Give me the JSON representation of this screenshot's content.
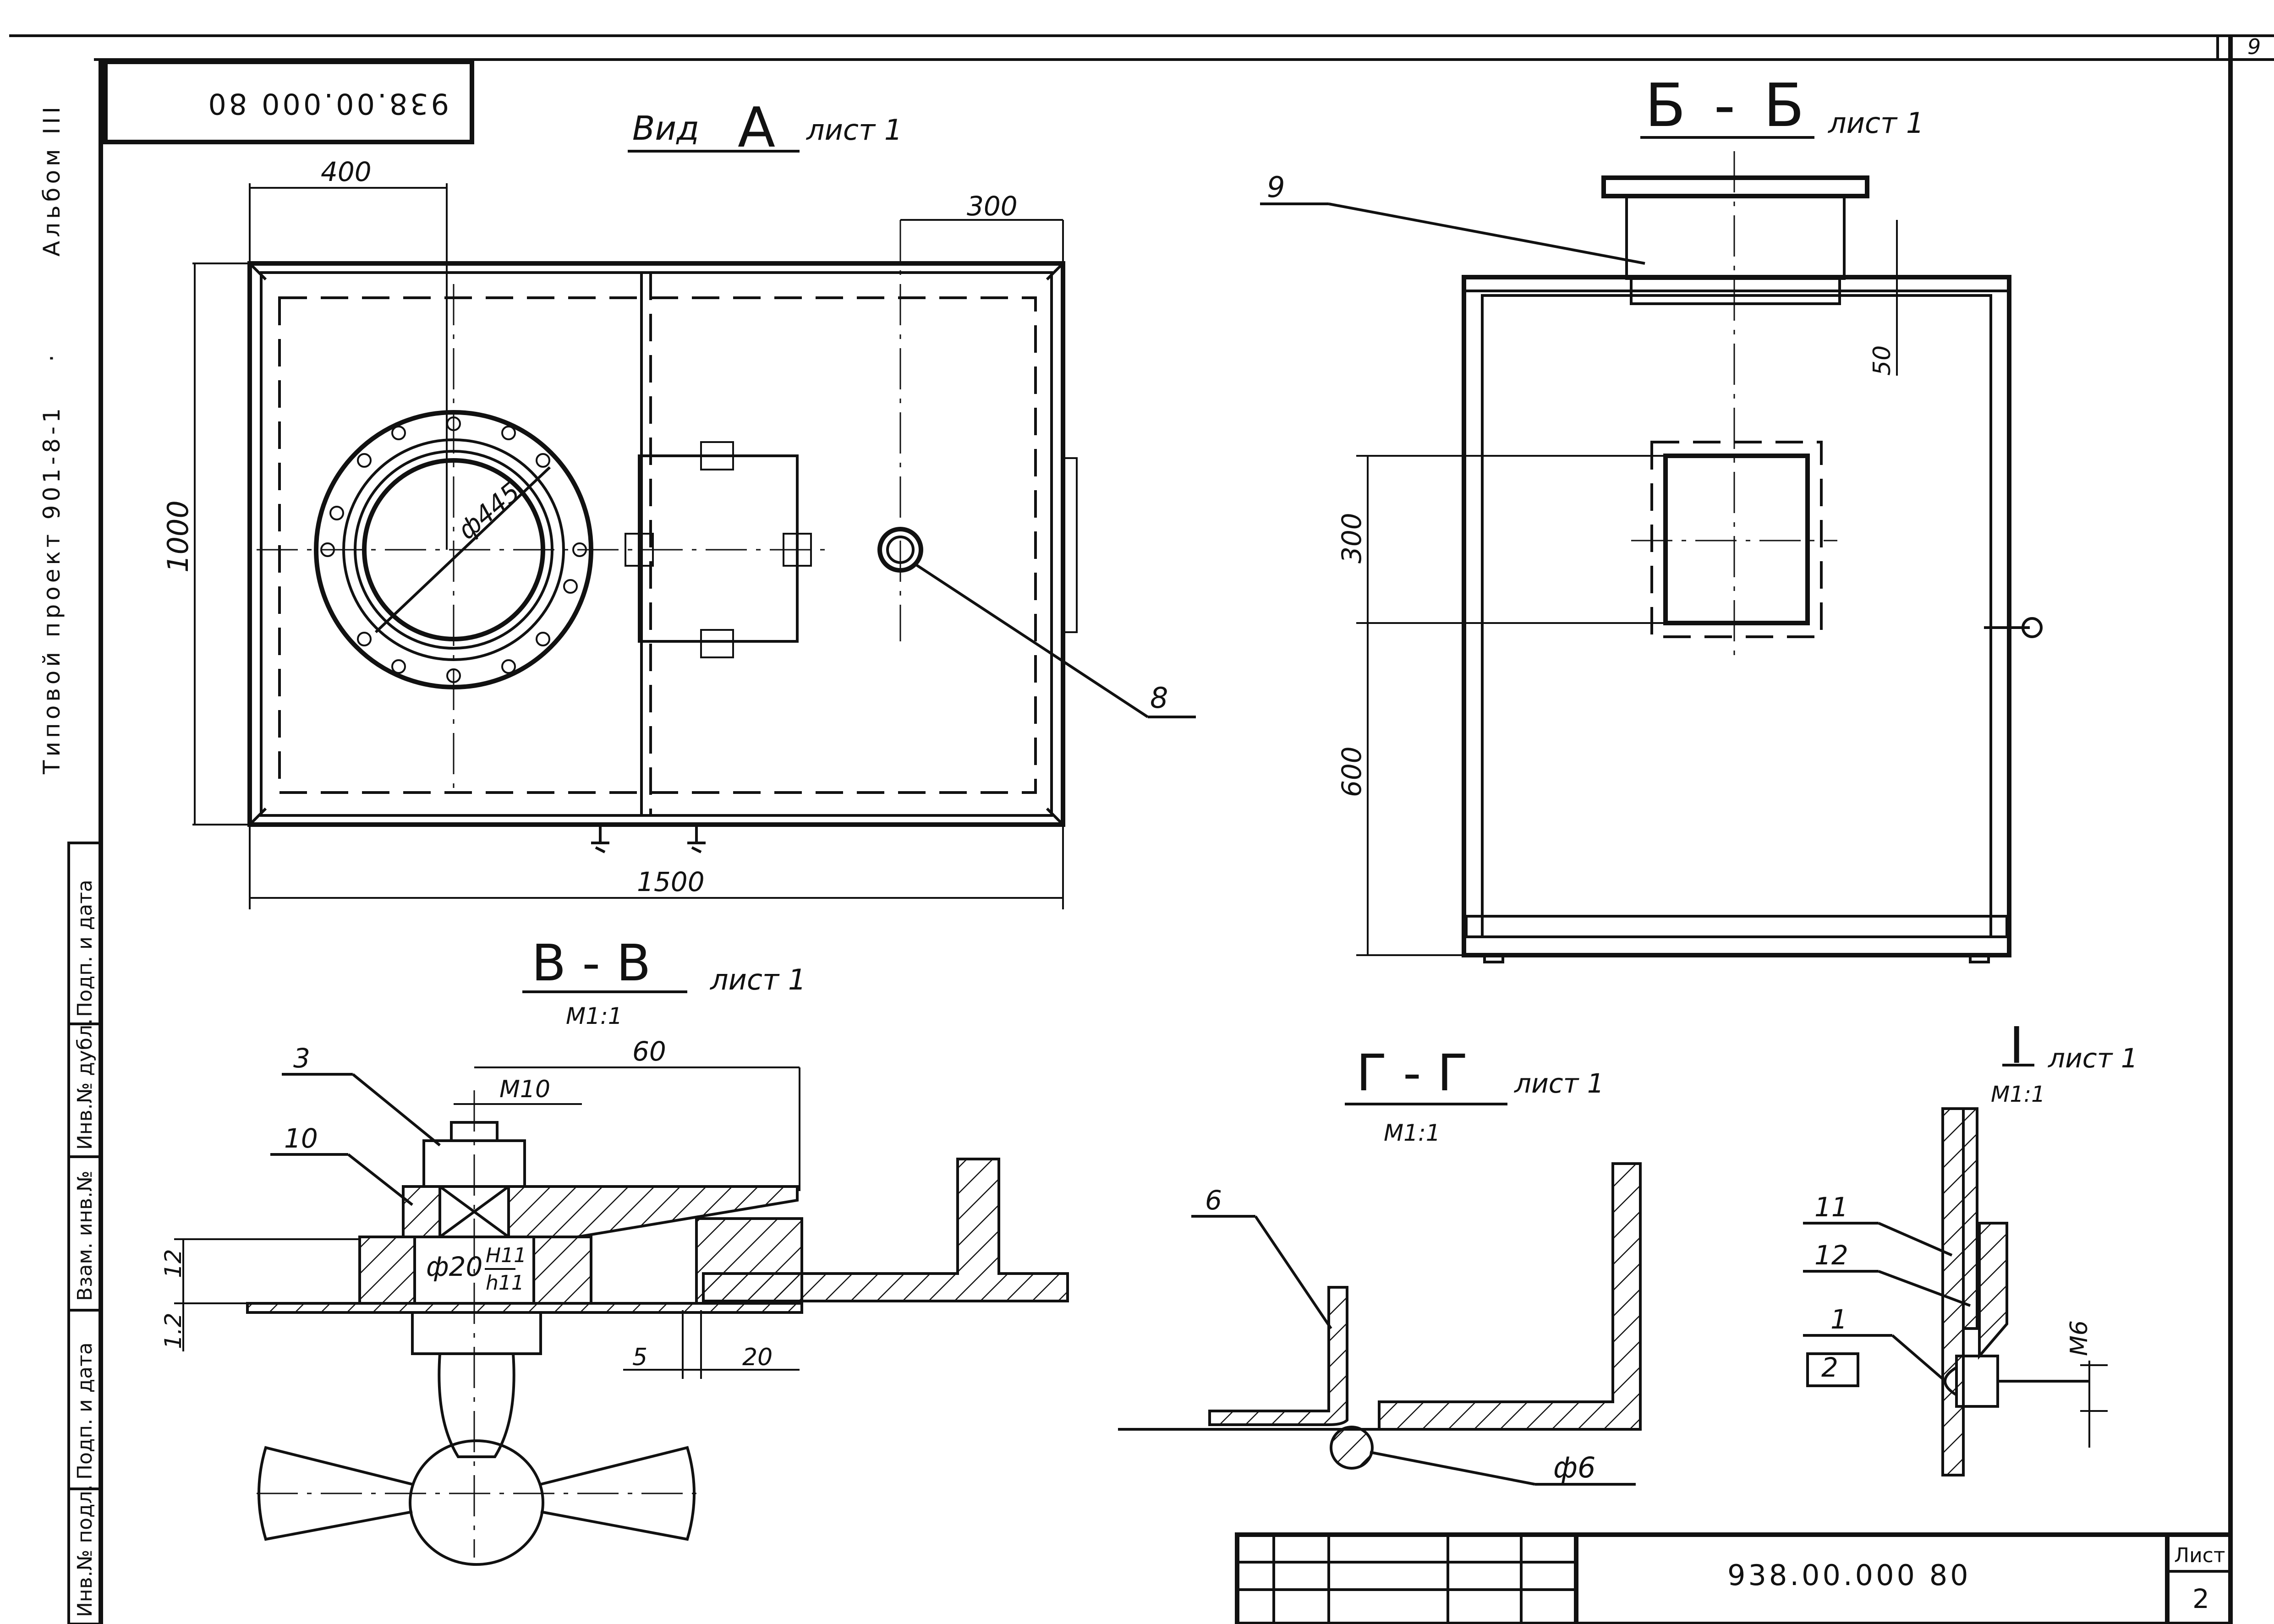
{
  "frame": {
    "sheet_corner_number": "9",
    "side_album": "Альбом III",
    "side_project": "Типовой проект 901-8-1",
    "stamp_rotated": "938.00.000 80",
    "strip_labels": [
      "Инв.№ подл.",
      "Подп. и дата",
      "Взам. инв.№",
      "Инв.№ дубл.",
      "Подп. и дата"
    ]
  },
  "views": {
    "vid_a": {
      "title": "Вид",
      "letter": "А",
      "sheet": "лист 1"
    },
    "b_b": {
      "title": "Б - Б",
      "sheet": "лист 1"
    },
    "v_v": {
      "title": "В - В",
      "sheet": "лист 1",
      "scale": "М1:1"
    },
    "g_g": {
      "title": "Г - Г",
      "sheet": "лист 1",
      "scale": "М1:1"
    },
    "i": {
      "title": "I",
      "sheet": "лист 1",
      "scale": "М1:1"
    }
  },
  "dimensions": {
    "d400": "400",
    "d300_top": "300",
    "d1000": "1000",
    "d1500": "1500",
    "phi445": "ф445",
    "d50": "50",
    "d300": "300",
    "d600": "600",
    "d60": "60",
    "m10": "М10",
    "phi20": "ф20",
    "fit_top": "H11",
    "fit_bot": "h11",
    "d12": "12",
    "d1_2": "1.2",
    "d5": "5",
    "d20": "20",
    "phi6": "ф6",
    "m6": "М6"
  },
  "callouts": {
    "p1": "1",
    "p2": "2",
    "p3": "3",
    "p6": "6",
    "p8": "8",
    "p9": "9",
    "p10": "10",
    "p11": "11",
    "p12": "12"
  },
  "title_block": {
    "doc_number": "938.00.000 80",
    "sheet_label": "Лист",
    "sheet_number": "2"
  }
}
